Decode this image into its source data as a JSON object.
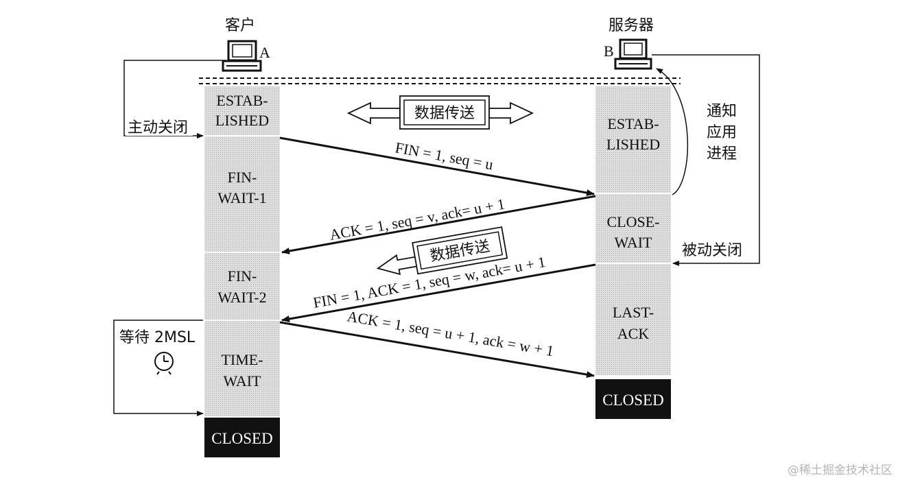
{
  "client": {
    "title": "客户",
    "host_label": "A"
  },
  "server": {
    "title": "服务器",
    "host_label": "B"
  },
  "client_states": {
    "established": [
      "ESTAB-",
      "LISHED"
    ],
    "fin_wait_1": [
      "FIN-",
      "WAIT-1"
    ],
    "fin_wait_2": [
      "FIN-",
      "WAIT-2"
    ],
    "time_wait": [
      "TIME-",
      "WAIT"
    ],
    "closed": "CLOSED"
  },
  "server_states": {
    "established": [
      "ESTAB-",
      "LISHED"
    ],
    "close_wait": [
      "CLOSE-",
      "WAIT"
    ],
    "last_ack": [
      "LAST-",
      "ACK"
    ],
    "closed": "CLOSED"
  },
  "messages": {
    "fin1": "FIN = 1, seq = u",
    "ack1": "ACK = 1, seq = v, ack= u + 1",
    "fin2": "FIN = 1, ACK = 1, seq = w, ack= u + 1",
    "ack2": "ACK = 1, seq = u + 1, ack = w + 1"
  },
  "annotations": {
    "active_close": "主动关闭",
    "passive_close": "被动关闭",
    "notify_app": [
      "通知",
      "应用",
      "进程"
    ],
    "data_transfer_both": "数据传送",
    "data_transfer_one": "数据传送",
    "wait_2msl": "等待 2MSL",
    "clock_icon": "clock-icon"
  },
  "watermark": "@稀土掘金技术社区"
}
